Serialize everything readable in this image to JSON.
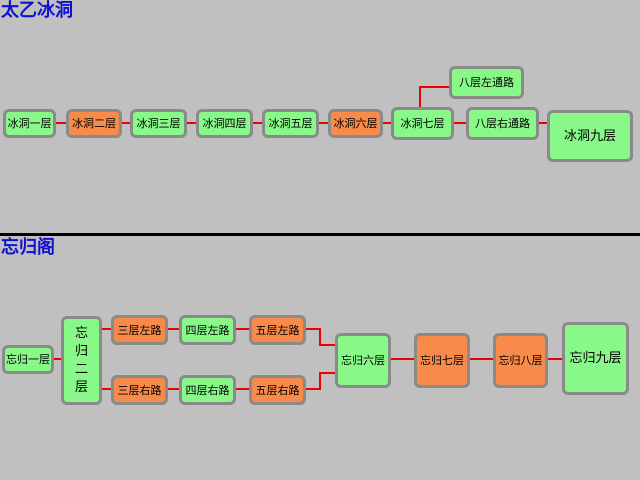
{
  "sections": [
    {
      "title": "太乙冰洞",
      "nodes": [
        {
          "id": "bd1",
          "label": "冰洞一层",
          "color": "green"
        },
        {
          "id": "bd2",
          "label": "冰洞二层",
          "color": "orange"
        },
        {
          "id": "bd3",
          "label": "冰洞三层",
          "color": "green"
        },
        {
          "id": "bd4",
          "label": "冰洞四层",
          "color": "green"
        },
        {
          "id": "bd5",
          "label": "冰洞五层",
          "color": "green"
        },
        {
          "id": "bd6",
          "label": "冰洞六层",
          "color": "orange"
        },
        {
          "id": "bd7",
          "label": "冰洞七层",
          "color": "green"
        },
        {
          "id": "bd8l",
          "label": "八层左通路",
          "color": "green"
        },
        {
          "id": "bd8r",
          "label": "八层右通路",
          "color": "green"
        },
        {
          "id": "bd9",
          "label": "冰洞九层",
          "color": "green"
        }
      ]
    },
    {
      "title": "忘归阁",
      "nodes": [
        {
          "id": "wg1",
          "label": "忘归一层",
          "color": "green"
        },
        {
          "id": "wg2",
          "label": "忘归二层",
          "color": "green"
        },
        {
          "id": "wg3l",
          "label": "三层左路",
          "color": "orange"
        },
        {
          "id": "wg4l",
          "label": "四层左路",
          "color": "green"
        },
        {
          "id": "wg5l",
          "label": "五层左路",
          "color": "orange"
        },
        {
          "id": "wg3r",
          "label": "三层右路",
          "color": "orange"
        },
        {
          "id": "wg4r",
          "label": "四层右路",
          "color": "green"
        },
        {
          "id": "wg5r",
          "label": "五层右路",
          "color": "orange"
        },
        {
          "id": "wg6",
          "label": "忘归六层",
          "color": "green"
        },
        {
          "id": "wg7",
          "label": "忘归七层",
          "color": "orange"
        },
        {
          "id": "wg8",
          "label": "忘归八层",
          "color": "orange"
        },
        {
          "id": "wg9",
          "label": "忘归九层",
          "color": "green"
        }
      ]
    }
  ],
  "colors": {
    "green": "#88f888",
    "orange": "#f88a4a",
    "link": "#ee0000",
    "title": "#1010d0",
    "background": "#c0c0c0"
  }
}
